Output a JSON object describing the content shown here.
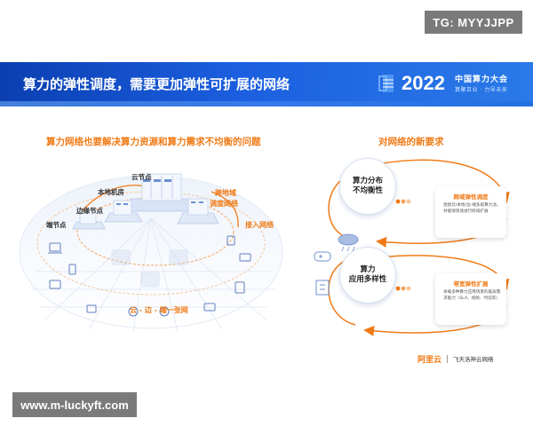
{
  "watermark_top": "TG: MYYJJPP",
  "watermark_bottom": "www.m-luckyft.com",
  "slide": {
    "title": "算力的弹性调度，需要更加弹性可扩展的网络",
    "conference": {
      "year": "2022",
      "name": "中国算力大会",
      "tagline": "算聚百业 · 力导未来"
    },
    "left": {
      "heading": "算力网络也要解决算力资源和算力需求不均衡的问题",
      "labels": {
        "cloud_node": "云节点",
        "local_dc": "本地机房",
        "edge_node": "边缘节点",
        "end_node": "端节点",
        "cross_region": "跨地域",
        "cross_region_2": "调度网络",
        "access_network": "接入网络",
        "unified_network": "云 - 边 - 端一张网"
      }
    },
    "right": {
      "heading": "对网络的新要求",
      "circle_top": [
        "算力分布",
        "不均衡性"
      ],
      "circle_bottom": [
        "算力",
        "应用多样性"
      ],
      "card_top": {
        "title": "跨域弹性调度",
        "desc": "连接云/本地/边-端多级算力池，并能够快速进行跨域扩展"
      },
      "card_bottom": {
        "title": "带宽弹性扩展",
        "desc": "承载多种算力应用场景的差异需求能力（SLA、视频、时延等）"
      }
    },
    "footer": {
      "logo": "阿里云",
      "subtitle": "飞天洛神云网络"
    }
  },
  "colors": {
    "header_blue": "#1b5fe0",
    "accent_orange": "#f07a16"
  }
}
